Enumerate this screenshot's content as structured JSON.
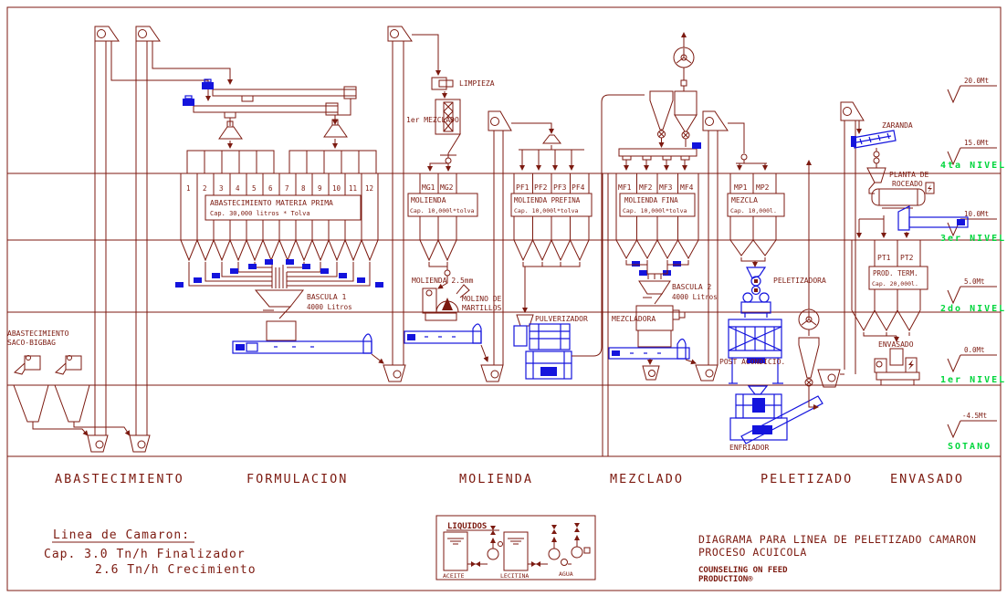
{
  "colors": {
    "line": "#7c1a10",
    "machine": "#1414dd",
    "level_green": "#00d63c",
    "background": "#ffffff"
  },
  "sections": [
    "ABASTECIMIENTO",
    "FORMULACION",
    "MOLIENDA",
    "MEZCLADO",
    "PELETIZADO",
    "ENVASADO"
  ],
  "levels": [
    {
      "elev": "20.0Mt",
      "name": ""
    },
    {
      "elev": "15.0Mt",
      "name": "4ta  NIVEL"
    },
    {
      "elev": "10.0Mt",
      "name": "3er  NIVEL"
    },
    {
      "elev": "5.0Mt",
      "name": "2do  NIVEL"
    },
    {
      "elev": "0.0Mt",
      "name": "1er  NIVEL"
    },
    {
      "elev": "-4.5Mt",
      "name": "SOTANO"
    }
  ],
  "saco": {
    "line1": "ABASTECIMIENTO",
    "line2": "SACO-BIGBAG"
  },
  "materia_prima": {
    "title": "ABASTECIMIENTO MATERIA PRIMA",
    "cap": "Cap. 30,000 litros * Tolva",
    "bins": [
      "1",
      "2",
      "3",
      "4",
      "5",
      "6",
      "7",
      "8",
      "9",
      "10",
      "11",
      "12"
    ]
  },
  "bascula1": {
    "name": "BASCULA 1",
    "cap": "4000 Litros"
  },
  "limpieza": {
    "label": "LIMPIEZA"
  },
  "mezclado1": {
    "label": "1er MEZCLADO"
  },
  "mg": {
    "tags": [
      "MG1",
      "MG2"
    ],
    "title": "MOLIENDA",
    "cap": "Cap. 10,000l*tolva"
  },
  "molienda25": {
    "label": "MOLIENDA 2.5mm"
  },
  "molino": {
    "line1": "MOLINO DE",
    "line2": "MARTILLOS"
  },
  "pf": {
    "tags": [
      "PF1",
      "PF2",
      "PF3",
      "PF4"
    ],
    "title": "MOLIENDA PREFINA",
    "cap": "Cap. 10,000l*tolva"
  },
  "pulverizador": {
    "label": "PULVERIZADOR"
  },
  "mf": {
    "tags": [
      "MF1",
      "MF2",
      "MF3",
      "MF4"
    ],
    "title": "MOLIENDA FINA",
    "cap": "Cap. 10,000l*tolva"
  },
  "bascula2": {
    "name": "BASCULA 2",
    "cap": "4000 Litros"
  },
  "mezcladora": {
    "label": "MEZCLADORA"
  },
  "mp": {
    "tags": [
      "MP1",
      "MP2"
    ],
    "title": "MEZCLA",
    "cap": "Cap. 10,000l."
  },
  "peletizadora": {
    "label": "PELETIZADORA"
  },
  "post": {
    "label": "POST ACONDICIO."
  },
  "enfriador": {
    "label": "ENFRIADOR"
  },
  "zaranda": {
    "label": "ZARANDA"
  },
  "roceado": {
    "line1": "PLANTA DE",
    "line2": "ROCEADO"
  },
  "pt": {
    "tags": [
      "PT1",
      "PT2"
    ],
    "title": "PROD. TERM.",
    "cap": "Cap. 20,000l."
  },
  "envasado": {
    "label": "ENVASADO"
  },
  "liquidos": {
    "title": "LIQUIDOS",
    "tank1": "ACEITE",
    "tank2": "LECITINA",
    "tank3": "AGUA"
  },
  "notes": {
    "title": "Linea de Camaron:",
    "cap1": "Cap.  3.0 Tn/h Finalizador",
    "cap2": "2.6 Tn/h Crecimiento"
  },
  "titleblock": {
    "line1": "DIAGRAMA PARA LINEA DE PELETIZADO CAMARON",
    "line2": "PROCESO ACUICOLA",
    "brand1": "COUNSELING ON FEED",
    "brand2": "PRODUCTION®"
  }
}
